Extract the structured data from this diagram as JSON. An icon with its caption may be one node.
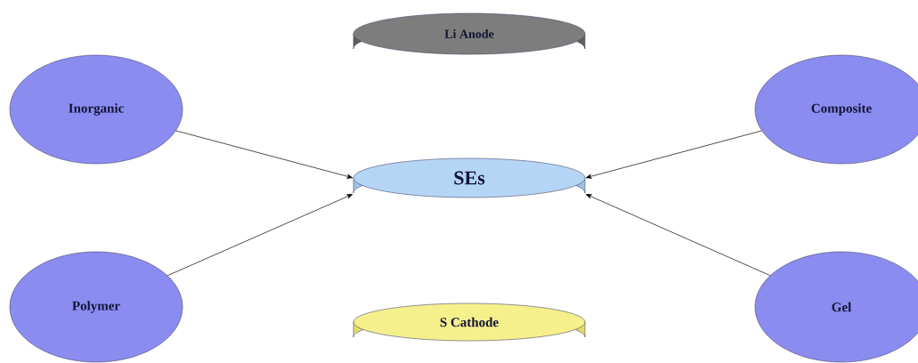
{
  "diagram": {
    "nodes": [
      {
        "text": [
          "Li Anode"
        ]
      },
      {
        "text": [
          "Inorganic"
        ]
      },
      {
        "text": [
          "Polymer"
        ]
      },
      {
        "text": [
          "SEs"
        ]
      },
      {
        "text": [
          "Composite"
        ]
      },
      {
        "text": [
          "Gel"
        ]
      },
      {
        "text": [
          "S Cathode"
        ]
      }
    ],
    "edges": [
      {
        "from": 1,
        "to": 3,
        "arrow": "to"
      },
      {
        "from": 2,
        "to": 3,
        "arrow": "to"
      },
      {
        "from": 4,
        "to": 3,
        "arrow": "to"
      },
      {
        "from": 5,
        "to": 3,
        "arrow": "to"
      }
    ]
  }
}
